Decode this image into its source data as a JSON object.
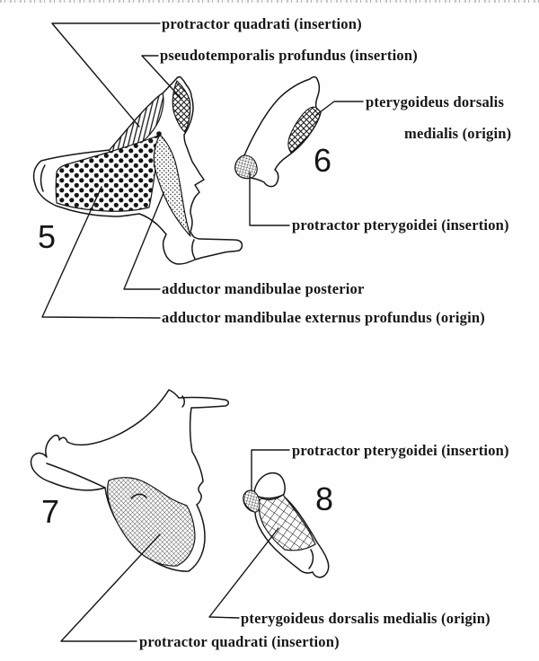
{
  "figure": {
    "ink_color": "#161616",
    "background_color": "#fefefe",
    "panels": [
      {
        "number": "5",
        "subject": "quadrate-lateral-view"
      },
      {
        "number": "6",
        "subject": "pterygoid-lateral-view"
      },
      {
        "number": "7",
        "subject": "quadrate-medial-view"
      },
      {
        "number": "8",
        "subject": "pterygoid-medial-view"
      }
    ]
  },
  "numbers": {
    "fig5": "5",
    "fig6": "6",
    "fig7": "7",
    "fig8": "8"
  },
  "labels": {
    "fig5": {
      "protractor_quadrati": "protractor quadrati (insertion)",
      "pseudotemporalis": "pseudotemporalis profundus (insertion)",
      "adductor_posterior": "adductor mandibulae posterior",
      "adductor_externus": "adductor mandibulae externus profundus (origin)"
    },
    "fig6": {
      "pterygoideus_dorsalis_line1": "pterygoideus dorsalis",
      "pterygoideus_dorsalis_line2": "medialis (origin)",
      "protractor_pterygoidei": "protractor pterygoidei (insertion)"
    },
    "fig7": {
      "protractor_quadrati": "protractor quadrati (insertion)"
    },
    "fig8": {
      "protractor_pterygoidei": "protractor pterygoidei (insertion)",
      "pterygoideus_dorsalis": "pterygoideus dorsalis medialis (origin)"
    }
  },
  "pattern_legend": {
    "vertical_hatch": "protractor quadrati insertion area",
    "cross_hatch": "pseudotemporalis profundus / pterygoideus dorsalis medialis area",
    "polka_dots": "adductor mandibulae externus profundus origin area",
    "fine_stipple": "adductor mandibulae posterior / protractor pterygoidei area",
    "fine_mesh": "protractor quadrati insertion (medial) area",
    "open_grid": "pterygoideus dorsalis medialis origin (medial) area"
  }
}
